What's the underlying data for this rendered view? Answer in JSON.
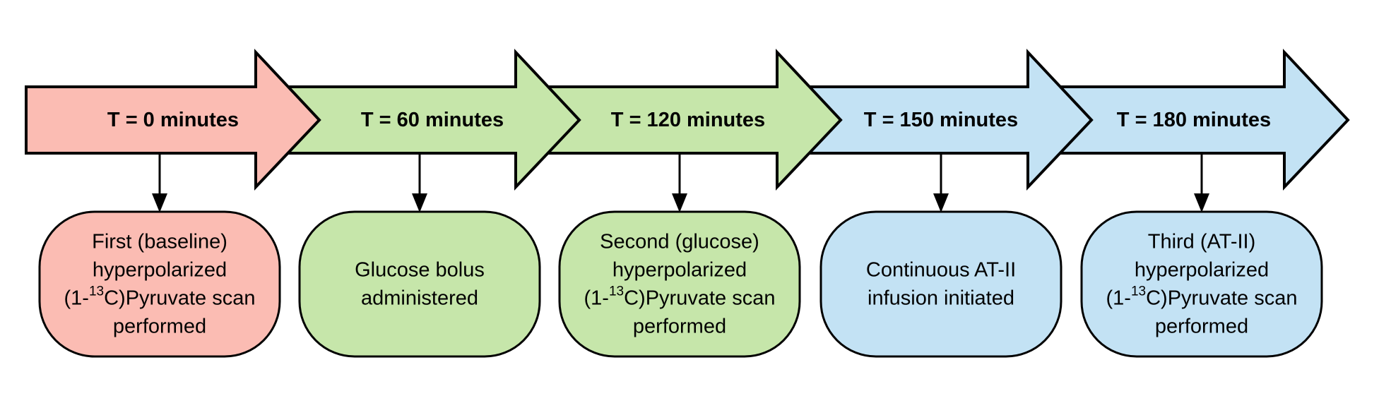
{
  "colors": {
    "red": "#fbbcb3",
    "green": "#c6e6aa",
    "blue": "#c3e2f4",
    "outline": "#000000"
  },
  "steps": [
    {
      "time_label": "T = 0 minutes",
      "color": "red",
      "box_lines": [
        [
          {
            "t": "First (baseline)"
          }
        ],
        [
          {
            "t": "hyperpolarized"
          }
        ],
        [
          {
            "t": "(1-"
          },
          {
            "t": "13",
            "sup": true
          },
          {
            "t": "C)Pyruvate scan"
          }
        ],
        [
          {
            "t": "performed"
          }
        ]
      ]
    },
    {
      "time_label": "T = 60 minutes",
      "color": "green",
      "box_lines": [
        [
          {
            "t": "Glucose bolus"
          }
        ],
        [
          {
            "t": "administered"
          }
        ]
      ]
    },
    {
      "time_label": "T = 120 minutes",
      "color": "green",
      "box_lines": [
        [
          {
            "t": "Second (glucose)"
          }
        ],
        [
          {
            "t": "hyperpolarized"
          }
        ],
        [
          {
            "t": "(1-"
          },
          {
            "t": "13",
            "sup": true
          },
          {
            "t": "C)Pyruvate scan"
          }
        ],
        [
          {
            "t": "performed"
          }
        ]
      ]
    },
    {
      "time_label": "T = 150 minutes",
      "color": "blue",
      "box_lines": [
        [
          {
            "t": "Continuous AT-II"
          }
        ],
        [
          {
            "t": "infusion initiated"
          }
        ]
      ]
    },
    {
      "time_label": "T = 180 minutes",
      "color": "blue",
      "box_lines": [
        [
          {
            "t": "Third (AT-II)"
          }
        ],
        [
          {
            "t": "hyperpolarized"
          }
        ],
        [
          {
            "t": "(1-"
          },
          {
            "t": "13",
            "sup": true
          },
          {
            "t": "C)Pyruvate scan"
          }
        ],
        [
          {
            "t": "performed"
          }
        ]
      ]
    }
  ]
}
